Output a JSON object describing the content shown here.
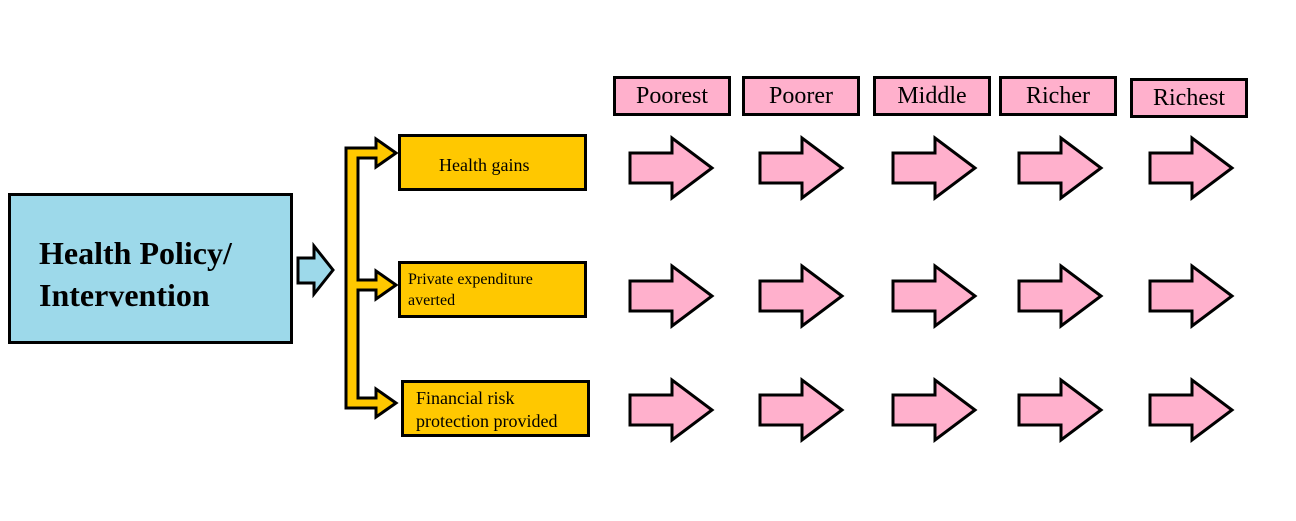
{
  "policy": {
    "line1": "Health Policy/",
    "line2": "Intervention"
  },
  "outcomes": [
    {
      "label": "Health gains"
    },
    {
      "line1": "Private expenditure",
      "line2": "averted"
    },
    {
      "line1": "Financial risk",
      "line2": "protection provided"
    }
  ],
  "quintiles": [
    "Poorest",
    "Poorer",
    "Middle",
    "Richer",
    "Richest"
  ],
  "colors": {
    "policy_box": "#9dd9ea",
    "outcome_box": "#ffc800",
    "quintile_box": "#ffb0cc",
    "arrow_fill": "#ffb0cc",
    "connector": "#ffc800",
    "small_arrow": "#9dd9ea",
    "outline": "#000000"
  },
  "icons": {
    "policy_arrow": "right-arrow-icon",
    "connector": "bracket-arrow-icon",
    "row_arrow": "right-arrow-icon"
  }
}
